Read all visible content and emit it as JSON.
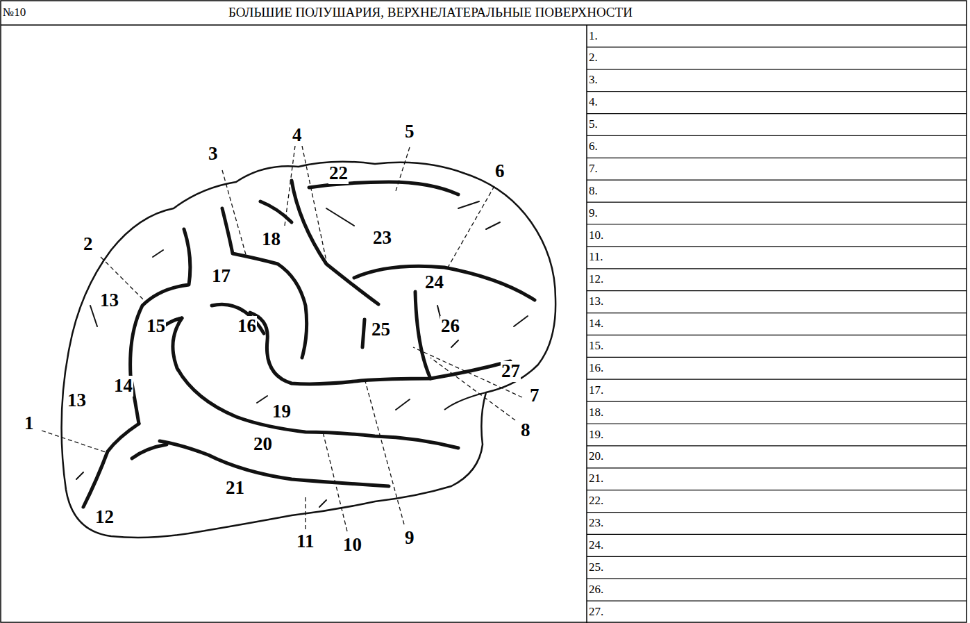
{
  "diagram": {
    "title": "БОЛЬШИЕ ПОЛУШАРИЯ, ВЕРХНЕЛАТЕРАЛЬНЫЕ ПОВЕРХНОСТИ",
    "labels": [
      "№10",
      "1",
      "2",
      "3",
      "4",
      "5",
      "6",
      "7",
      "8",
      "9",
      "10",
      "11",
      "12",
      "13",
      "13",
      "14",
      "15",
      "16",
      "17",
      "18",
      "19",
      "20",
      "21",
      "22",
      "23",
      "24",
      "25",
      "26",
      "27",
      "1.",
      "2.",
      "3.",
      "4.",
      "5.",
      "6.",
      "7.",
      "8.",
      "9.",
      "10.",
      "11.",
      "12.",
      "13.",
      "14.",
      "15.",
      "16.",
      "17.",
      "18.",
      "19.",
      "20.",
      "21.",
      "22.",
      "23.",
      "24.",
      "25.",
      "26.",
      "27."
    ]
  }
}
